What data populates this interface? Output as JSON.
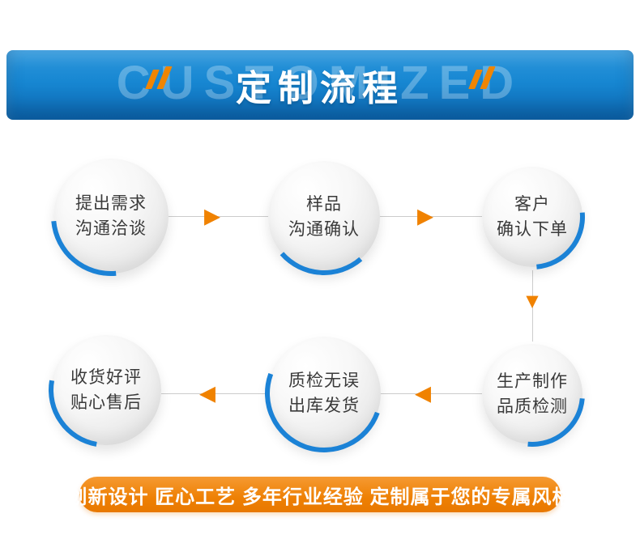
{
  "banner": {
    "watermark": "CUSTOMIZED",
    "title": "定制流程"
  },
  "steps": [
    {
      "lines": [
        "提出需求",
        "沟通洽谈"
      ]
    },
    {
      "lines": [
        "样品",
        "沟通确认"
      ]
    },
    {
      "lines": [
        "客户",
        "确认下单"
      ]
    },
    {
      "lines": [
        "生产制作",
        "品质检测"
      ]
    },
    {
      "lines": [
        "质检无误",
        "出库发货"
      ]
    },
    {
      "lines": [
        "收货好评",
        "贴心售后"
      ]
    }
  ],
  "icons": {
    "arrow_right": "▶",
    "arrow_left": "◀",
    "arrow_down": "▼"
  },
  "footer": {
    "slogan": "创新设计 匠心工艺 多年行业经验 定制属于您的专属风格"
  },
  "colors": {
    "banner_blue": "#1787d2",
    "accent_orange": "#f08200",
    "arc_blue": "#1b82d6"
  }
}
